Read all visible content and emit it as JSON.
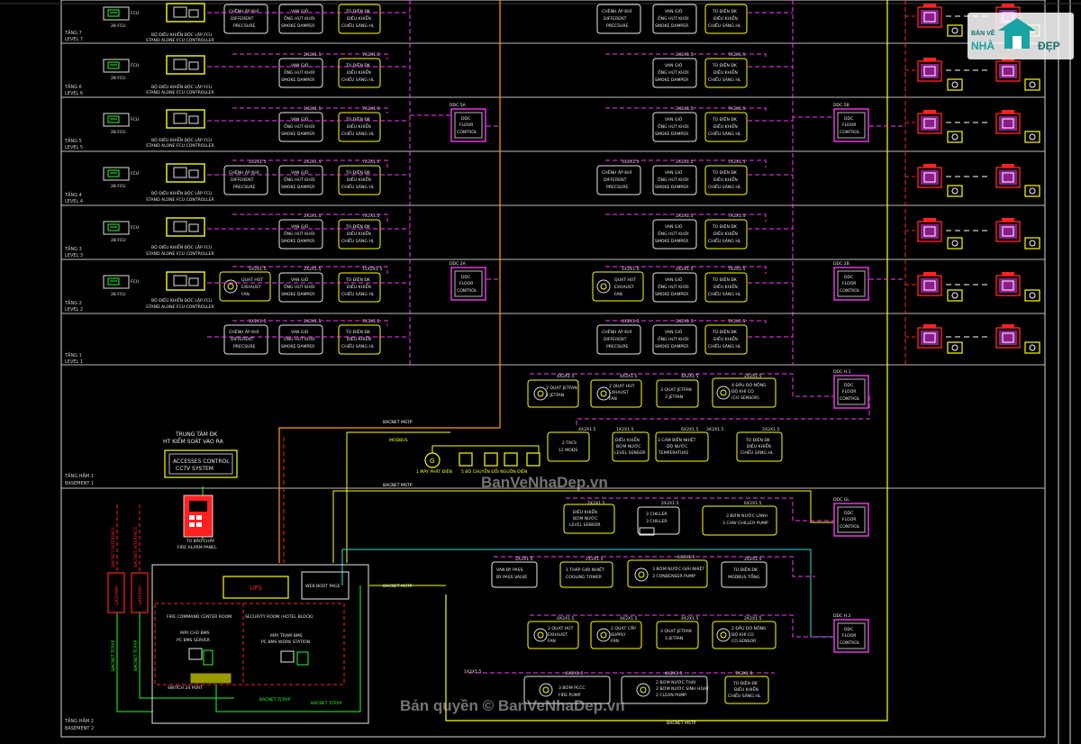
{
  "colors": {
    "frame": "#d8d8d8",
    "yellow": "#ffff00",
    "magenta": "#ff33ff",
    "red": "#ff2020",
    "orange": "#ffa000",
    "green": "#22ff22",
    "cyan": "#33dddd",
    "white": "#ffffff",
    "dark": "#0a0a0a"
  },
  "levels": [
    {
      "l1": "TẦNG 7",
      "l2": "LEVEL 7"
    },
    {
      "l1": "TẦNG 6",
      "l2": "LEVEL 6"
    },
    {
      "l1": "TẦNG 5",
      "l2": "LEVEL 5"
    },
    {
      "l1": "TẦNG 4",
      "l2": "LEVEL 4"
    },
    {
      "l1": "TẦNG 3",
      "l2": "LEVEL 3"
    },
    {
      "l1": "TẦNG 2",
      "l2": "LEVEL 2"
    },
    {
      "l1": "TẦNG 1",
      "l2": "LEVEL 1"
    },
    {
      "l1": "TẦNG HẦM 1",
      "l2": "BASEMENT 1"
    },
    {
      "l1": "TẦNG HẦM 2",
      "l2": "BASEMENT 2"
    }
  ],
  "fcu": {
    "label": "FCU",
    "label2": "28 FCU",
    "ctrl_vn": "BỘ ĐIỀU KHIỂN ĐỘC LẬP FCU",
    "ctrl_en": "STAND ALONE FCU CONTROLLER"
  },
  "boxes": {
    "diff": [
      "CHÊNH ÁP KHÍ",
      "DIFFERENT",
      "PRECSURE"
    ],
    "damper": [
      "VAN GIÓ",
      "ỐNG HÚT KHÓI",
      "SMOKE DAMPER"
    ],
    "panel": [
      "TỦ ĐIỆN ĐK",
      "ĐIỀU KHIỂN",
      "CHIẾU SÁNG HL"
    ],
    "fan": [
      "QUẠT HÚT",
      "EXHAUST",
      "FAN"
    ],
    "jetfan": [
      "2 QUẠT JETFAN",
      "2 JETFAN"
    ],
    "jetfan3": [
      "3 QUẠT JETFAN",
      "3 JETFAN"
    ],
    "exhaust": [
      "2 QUẠT HÚT",
      "EXHAUST",
      "FAN"
    ],
    "supply": [
      "2 QUẠT CẤP",
      "SUPPLY",
      "FAN"
    ],
    "co": [
      "4 ĐẦU DÒ NỒNG",
      "ĐỘ KHÍ CO",
      "(CO SENSOR)"
    ],
    "co2": [
      "2 ĐẦU DÒ NỒNG",
      "ĐỘ KHÍ CO",
      "CO SENSOR"
    ],
    "tank": [
      "2 TACS",
      "12 MODS"
    ],
    "water": [
      "ĐIỀU KHIỂN",
      "BƠM NƯỚC",
      "LEVEL SENSOR"
    ],
    "temp": [
      "3 CẢM BIẾN NHIỆT",
      "ĐỘ NƯỚC",
      "TEMPERATURE"
    ],
    "chiller": [
      "3 CHILLER",
      "3 CHILLER"
    ],
    "chwpump": [
      "3 BƠM NƯỚC LẠNH",
      "3 CHW CHILLER PUMP"
    ],
    "valve": [
      "VAN BY PASS",
      "BY PASS VALVE"
    ],
    "coolingtower": [
      "1 THÁP GIẢI NHIỆT",
      "COOLING TOWER"
    ],
    "cwpump": [
      "3 BƠM NƯỚC GIẢI NHIỆT",
      "3 CONDENSER PUMP"
    ],
    "modbus": [
      "TỦ ĐIỆN ĐK",
      "MODBUS TỔNG"
    ],
    "firepump": [
      "3 BƠM PCCC",
      "FIRE PUMP"
    ],
    "wastepump": [
      "2 BƠM NƯỚC THẢI",
      "2 BƠM NƯỚC SINH HOẠT",
      "2 CLEAN PUMP"
    ],
    "panel2": [
      "TỦ ĐIỆN ĐK",
      "ĐIỀU KHIỂN",
      "CHIẾU SÁNG HL"
    ]
  },
  "cables": {
    "c1": "2X2X1.5",
    "c2": "7X2X1.5",
    "c3": "4X2X1.5",
    "c4": "6X2X1.5",
    "c5": "11X2X1.5",
    "c6": "1X2X1.5",
    "c7": "4X2X1.5",
    "c8": "2X2X1.5",
    "c9": "3X2X1.5"
  },
  "ddc": [
    {
      "title": "DDC 5A",
      "t1": "DDC",
      "t2": "FLOOR",
      "t3": "CONTROL"
    },
    {
      "title": "DDC 5B",
      "t1": "DDC",
      "t2": "FLOOR",
      "t3": "CONTROL"
    },
    {
      "title": "DDC 2A",
      "t1": "DDC",
      "t2": "FLOOR",
      "t3": "CONTROL"
    },
    {
      "title": "DDC 2B",
      "t1": "DDC",
      "t2": "FLOOR",
      "t3": "CONTROL"
    },
    {
      "title": "DDC H.1",
      "t1": "DDC",
      "t2": "FLOOR",
      "t3": "CONTROL"
    },
    {
      "title": "DDC GL",
      "t1": "DDC",
      "t2": "FLOOR",
      "t3": "CONTROL"
    },
    {
      "title": "DDC H.2",
      "t1": "DDC",
      "t2": "FLOOR",
      "t3": "CONTROL"
    }
  ],
  "center": {
    "t1": "TRUNG TÂM ĐK",
    "t2": "HT KIỂM SOÁT VÀO RA",
    "t3": "ACCESSES CONTROL",
    "t4": "CCTV SYSTEM"
  },
  "fire_panel": {
    "t1": "TỦ BÁO CHÁY",
    "t2": "FIRE ALARM PANEL"
  },
  "ups": "UPS",
  "web": "WEB BOOT PAGE",
  "rooms": {
    "fire_room": "FIRE COMMAND CENTER ROOM",
    "security_room": "SECURITY ROOM (HOTEL BLOCK)",
    "server": "MÁY CHỦ BMS",
    "server2": "PC BMS SERVER",
    "work": "MÁY TRẠM BMS",
    "work2": "PC BMS WORK STATION",
    "switch": "SWITCH 24 PORT"
  },
  "net": {
    "bacnet": "BACNET MSTP",
    "modbus": "MODBUS",
    "bacnet_ip": "BACNET TCP/IP",
    "bacnet_iface": "BACNET INTERFACE",
    "gateway": "GATEWAY"
  },
  "gen": {
    "gen": "1 MÁY PHÁT ĐIỆN",
    "ats": "5 BỘ CHUYỂN ĐỔI NGUỒN ĐIỆN"
  },
  "watermarks": {
    "w1": "BanVeNhaDep.vn",
    "w2": "Bản quyền © BanVeNhaDep.vn"
  },
  "logo": {
    "t1": "BẢN VẼ",
    "t2": "NHÀ",
    "t3": "ĐẸP"
  }
}
